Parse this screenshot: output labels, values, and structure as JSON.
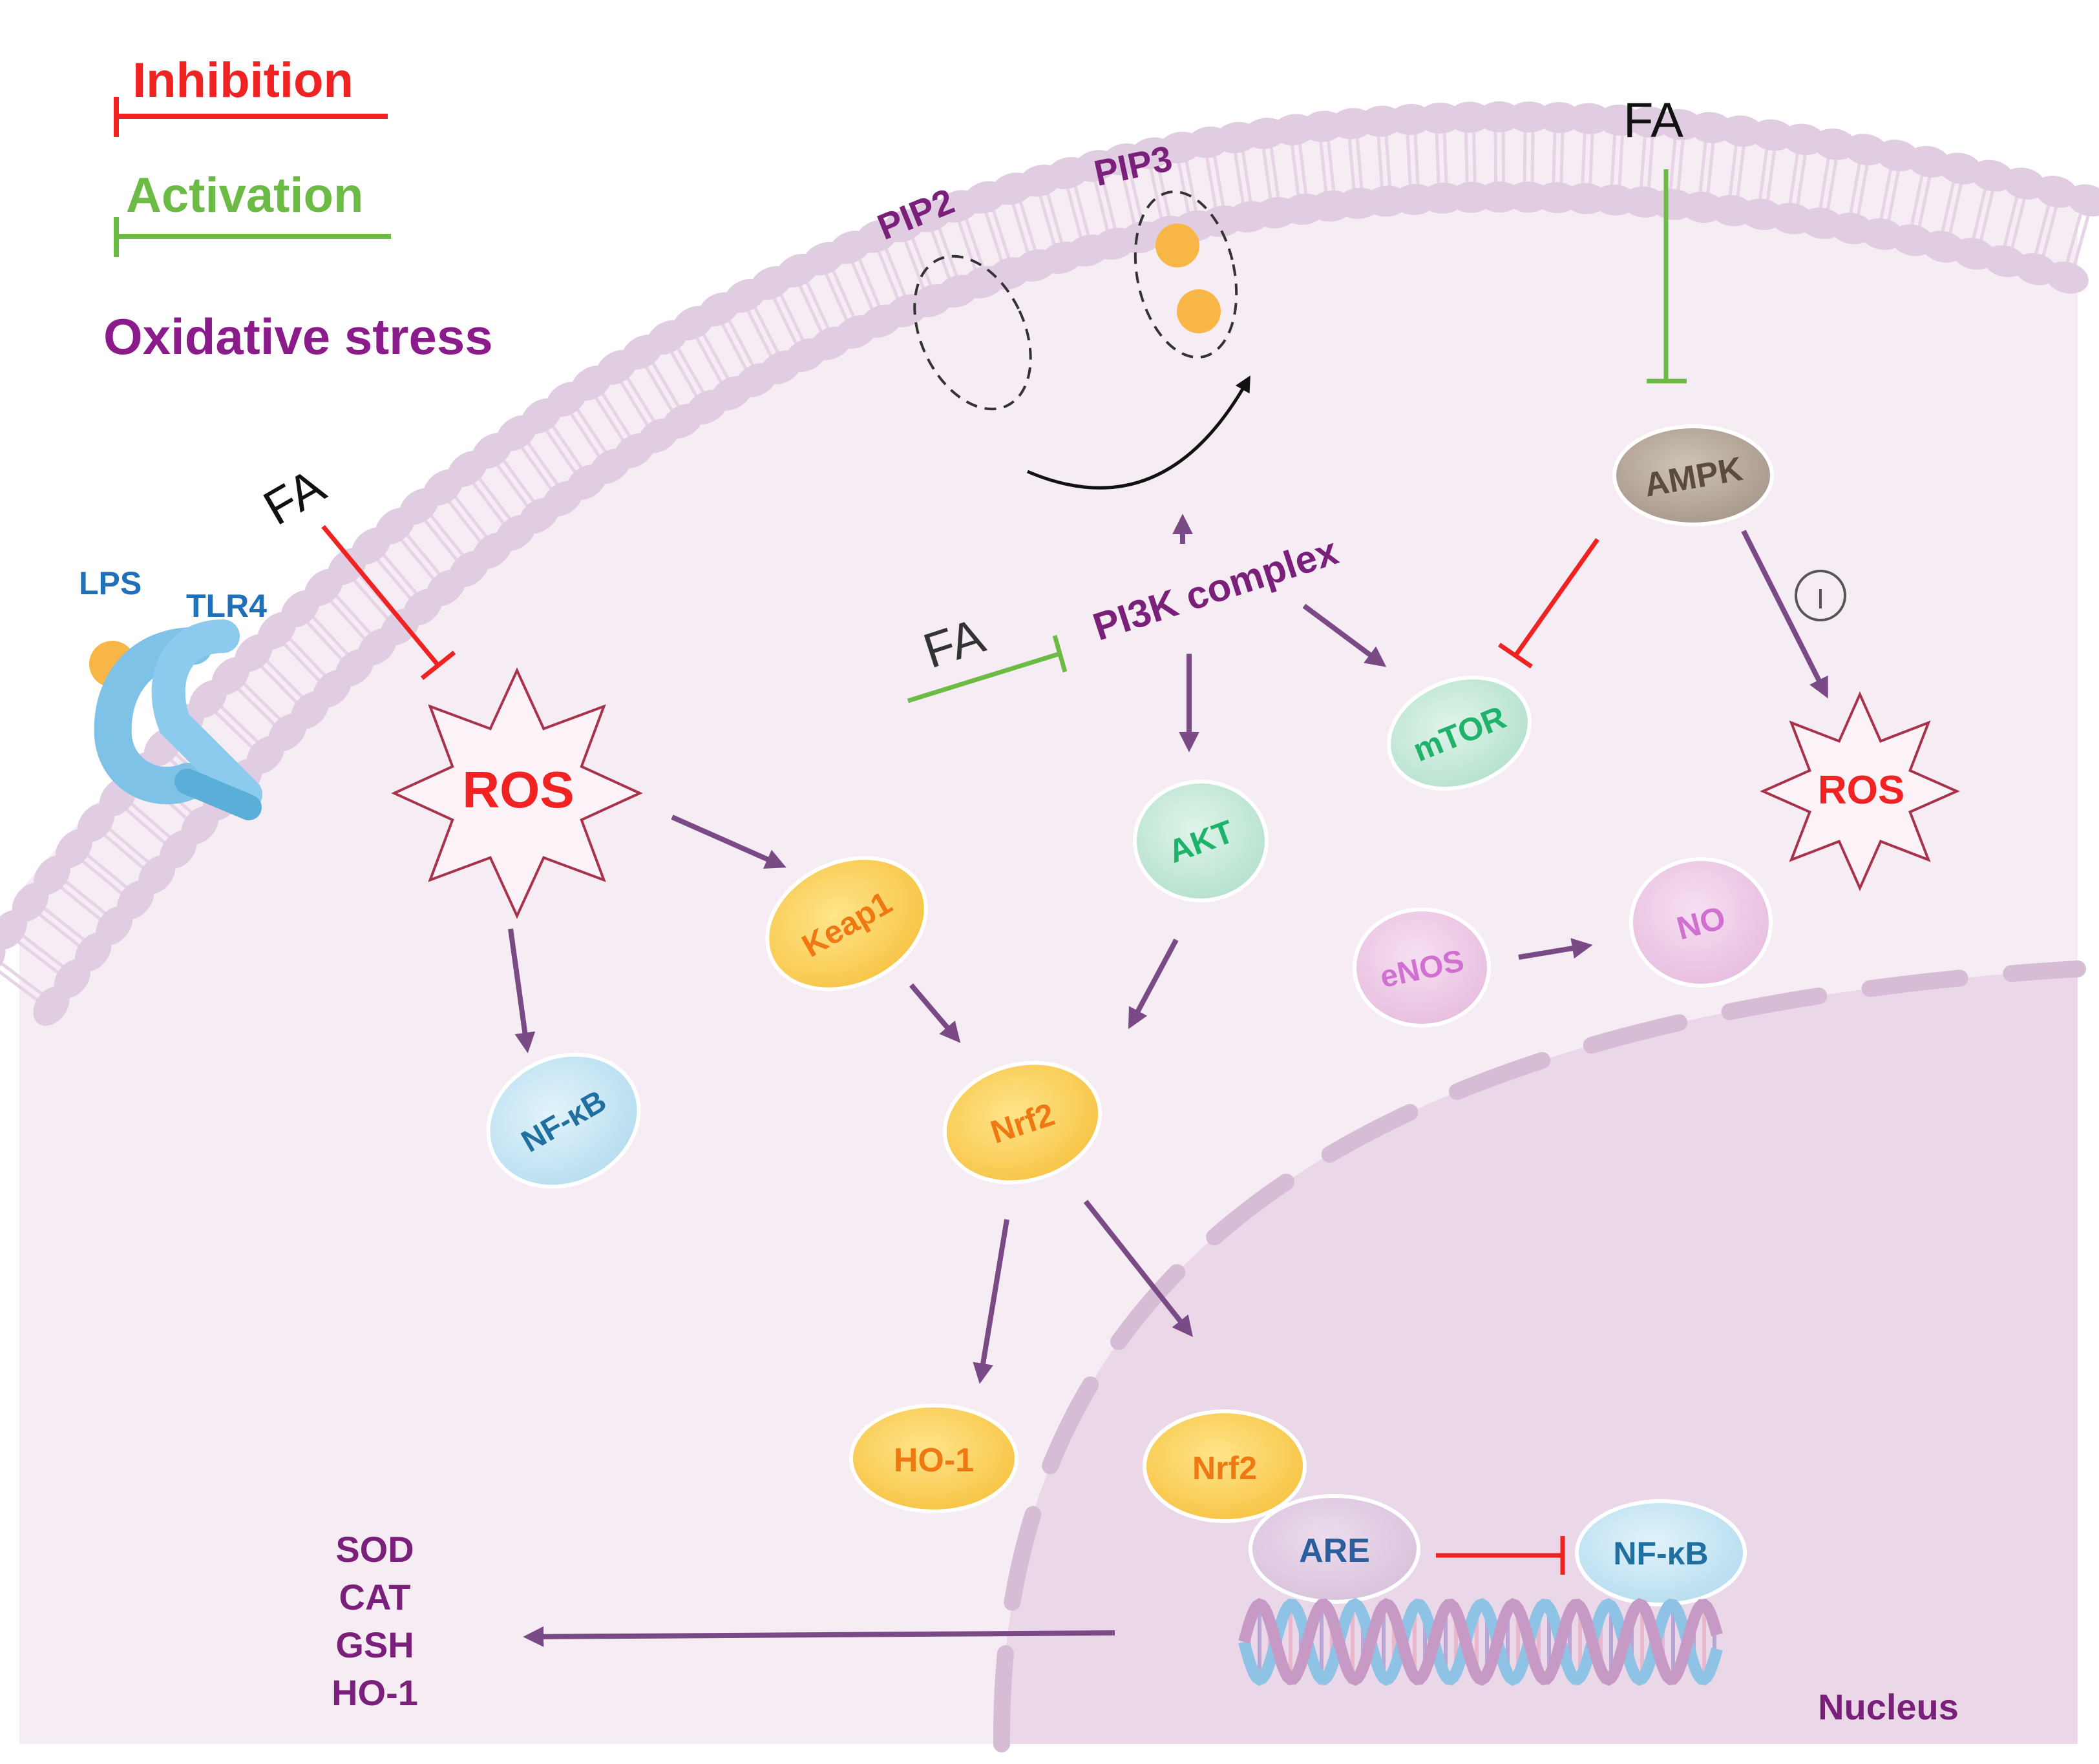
{
  "legend": {
    "inhibition": "Inhibition",
    "activation": "Activation",
    "title": "Oxidative stress"
  },
  "colors": {
    "inhibit": "#f02222",
    "activate": "#6cbb45",
    "purple_text": "#8b1a8b",
    "arrow": "#7a4a86",
    "background": "#f6ecf3",
    "membrane": "#e0cde0",
    "nucleus": "#ead8e8"
  },
  "labels": {
    "fa_top_right": "FA",
    "fa_left": "FA",
    "fa_center": "FA",
    "lps": "LPS",
    "tlr4": "TLR4",
    "pip2": "PIP2",
    "pip3": "PIP3",
    "pi3k": "PI3K complex",
    "ros_left": "ROS",
    "ros_right": "ROS",
    "nucleus": "Nucleus",
    "circle_symbol": "I"
  },
  "nodes": {
    "ampk": "AMPK",
    "mtor": "mTOR",
    "akt": "AKT",
    "keap1": "Keap1",
    "nfkb_cyto": "NF-κB",
    "nrf2_cyto": "Nrf2",
    "enos": "eNOS",
    "no": "NO",
    "ho1": "HO-1",
    "nrf2_nuc": "Nrf2",
    "are": "ARE",
    "nfkb_nuc": "NF-κB"
  },
  "outputs": {
    "items": [
      "SOD",
      "CAT",
      "GSH",
      "HO-1"
    ]
  }
}
